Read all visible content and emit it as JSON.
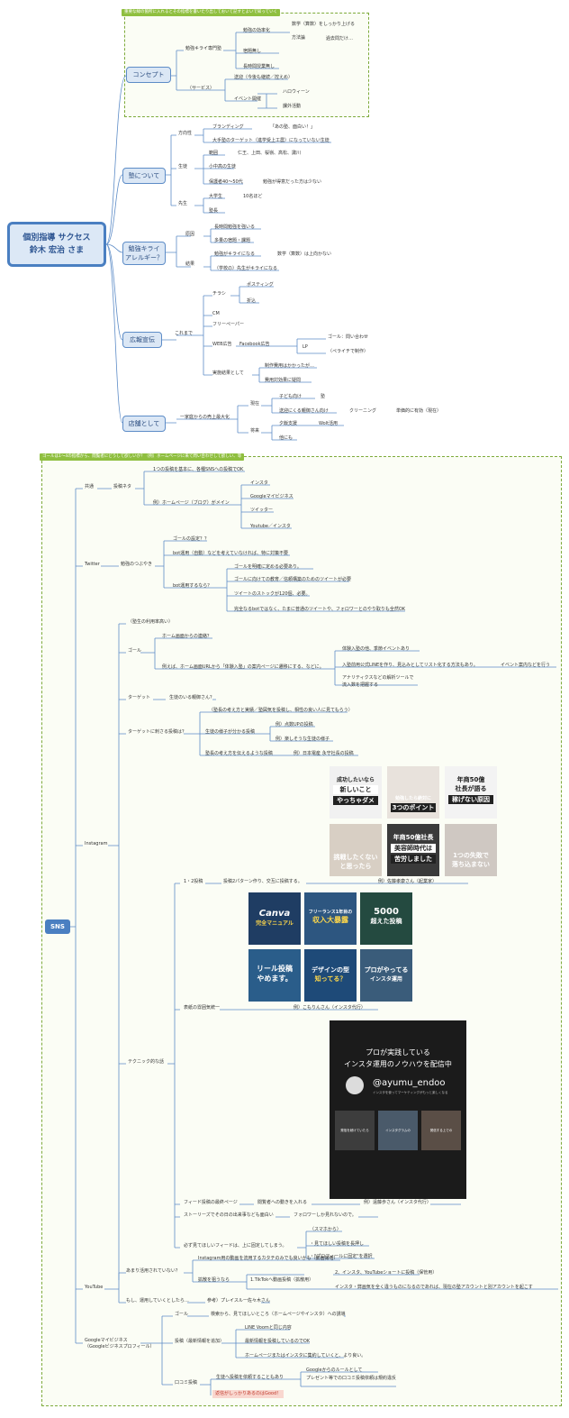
{
  "root": {
    "line1": "個別指導 サクセス",
    "line2": "鈴木 宏治 さま"
  },
  "top_tag": "重要な緑の箇所に入れるとその指標を書いたり出しておいて記すとよいで知っていく",
  "sections": {
    "concept": "コンセプト",
    "about": "塾について",
    "allergy_1": "勉強キライ",
    "allergy_2": "アレルギー？",
    "ads": "広報宣伝",
    "store": "店舗として"
  },
  "concept": {
    "a": "勉強キライ専門塾",
    "b": "勉強の効率化",
    "c": "数学（算数）をしっかり上げる",
    "d": "方法論",
    "e": "過去問だけ…",
    "f": "宿題無し",
    "g": "長時間授業無し",
    "h": "（サービス）",
    "i": "送迎（今後も継続／控えめ）",
    "j": "イベント開催",
    "k": "ハロウィーン",
    "l": "課外活動"
  },
  "about": {
    "a": "方向性",
    "b": "ブランディング",
    "c": "「あの塾、面白い！」",
    "d": "大手塾のターゲット（進学受上工農）になっていない生徒",
    "e": "生徒",
    "f": "範囲",
    "g": "仁王、上田、桜嶺、高松、諏川",
    "h": "小中高の生徒",
    "i": "保護者40〜50代",
    "j": "勉強が得意だった方は少ない",
    "k": "先生",
    "l": "大学生",
    "m": "10名ほど",
    "n": "塾長"
  },
  "allergy": {
    "a": "原因",
    "b": "長時間勉強を強いる",
    "c": "多量の宿題・課題",
    "d": "結果",
    "e": "勉強がキライになる",
    "f": "数学（算数）は上向かない",
    "g": "（学校の）先生がキライになる"
  },
  "ads": {
    "a": "チラシ",
    "b": "ポスティング",
    "c": "折込",
    "d": "これまで",
    "e": "CM",
    "f": "フリーペーパー",
    "g": "WEB広告",
    "h": "Facebook広告",
    "i": "LP",
    "j": "ゴール：問い合わせ",
    "k": "（ペライチで制作）",
    "l": "実施結果として",
    "m": "制作費用はかかったが…",
    "n": "費用対効果に疑問"
  },
  "store": {
    "a": "一家庭からの売上最大化",
    "b": "現在",
    "c": "子ども向け",
    "d": "塾",
    "e": "送迎にくる親御さん向け",
    "f": "クリーニング",
    "g": "単価的に有効（現在）",
    "h": "将来",
    "i": "夕飯支援",
    "j": "Wolt活用",
    "k": "他にも"
  },
  "sns_tag": "ゴールは1〜4の指標から、閲覧者にどうして欲しいか？（例）ホームページに来て問い合わせして欲しい、等",
  "sns": {
    "label": "SNS",
    "common": "共通",
    "post_material": "投稿ネタ",
    "p1": "1つの投稿を基本に、各種SNSへの投稿でOK",
    "p2": "例）ホームページ（ブログ）がメイン",
    "p3": "インスタ",
    "p4": "Googleマイビジネス",
    "p5": "ツイッター",
    "p6": "Youtube／インスタ",
    "twitter": "Twitter",
    "tw0": "勉強のつぶやき",
    "tw1": "ゴールの設定？？",
    "tw2": "bot運用（自動）などを考えていなければ、特に対策不要",
    "tw3": "bot運用するなら？",
    "tw4": "ゴールを明確に定める必要あり。",
    "tw5": "ゴールに向けての教育／信頼構築のためのツイートが必要",
    "tw6": "ツイートのストックが120個、必要。",
    "tw7": "完全なるbotではなく、たまに普通のツイートや、フォロワーとのやり取りも全然OK",
    "instagram": "Instagram",
    "ig1": "（塾生の利用率高い）",
    "ig2": "ゴール",
    "ig3": "ホーム画面からの連絡？",
    "ig4": "例えば、ホーム画面URLから「体験入塾」の案内ページに遷移にする、などに。",
    "ig5": "体験入塾の他、季節イベントあり",
    "ig6": "入塾前用公式LINEを作り、見込みとしてリスト化する方法もあり。",
    "ig7": "イベント案内などを行う",
    "ig8": "アナリティクスなどの解析ツールで",
    "ig9": "流入数を把握する",
    "ig10": "ターゲット",
    "ig11": "生徒のいる親御さん？",
    "ig12": "ターゲットに刺さる投稿は？",
    "ig13": "（塾長の考え方と実績／塾図気を投稿し、相性の良い人に見てもらう）",
    "ig14": "生徒の様子が分かる投稿",
    "ig15": "例）点数UPの投稿",
    "ig16": "例）楽しそうな生徒の様子",
    "ig17": "塾長の考え方を伝えるような投稿",
    "ig18": "例）日本電産 永守社長の投稿",
    "ig19": "1・2投稿",
    "ig20": "投稿2パターン作り、交互に投稿する。",
    "ig21": "例）佐藤孝康さん（起業家）",
    "ig22": "表紙の雰囲気統一",
    "ig23": "例）こもりんさん（インスタ代行）",
    "ig24": "テクニック的な話",
    "ig25": "フィード投稿の最終ページ",
    "ig26": "閲覧者への動きを入れる",
    "ig27": "例）遠藤歩さん（インスタ代行）",
    "ig28": "ストーリーズでその日の出来事なども面白い",
    "ig29": "フォロワーしか見れないので。",
    "ig30": "必ず見てほしいフィードは、上に固定してしまう。",
    "ig31": "（スマホから）",
    "ig32": "・見てほしい投稿を長押し",
    "ig33": "・\"プロフィールに固定\"を選択",
    "youtube": "YouTube",
    "yt1": "あまり活用されていない？",
    "yt2": "Instagram用の動画を流用するカタチのみでも良いかも（動画撮増）",
    "yt3": "拡散を狙うなら",
    "yt4": "1.TikTokへ動画投稿（拡散用）",
    "yt5": "2、インスタ、YouTubeショートに投稿（保管用）",
    "yt6": "インスタ・弊画気を全く違うものになるのであれば、現在の塾アカウントと別アカウントを起こす",
    "yt7": "もし、運用していくとしたら…",
    "yt8": "参考）プレイスルー佐々木さん",
    "gmb": "Googleマイビジネス",
    "gmb2": "（Googleビジネスプロフィール）",
    "g1": "ゴール",
    "g2": "検索から、見てほしいところ（ホームページやインスタ）への誘導",
    "g3": "投稿（最新情報を追加）",
    "g4": "LINE Voomと同じ内容",
    "g5": "最新情報を投稿しているのでOK",
    "g6": "ホームページまたはインスタに集約していくと、より良い。",
    "g7": "口コミ投稿",
    "g8": "生徒へ投稿を依頼することもあり",
    "g9": "Googleからのルールとして",
    "g10": "プレゼント等での口コミ投稿依頼は規約違反",
    "g11": "返信がしっかりあるのはGood！"
  },
  "thumbs1": [
    {
      "t1": "成功したいなら",
      "t2": "新しいこと",
      "t3": "やっちゃダメ"
    },
    {
      "t1": "",
      "t2": "勉強したら絶対に",
      "t3": "3つのポイント"
    },
    {
      "t1": "年商50億",
      "t2": "社長が語る",
      "t3": "稼げない原因"
    },
    {
      "t1": "",
      "t2": "挑戦したくない",
      "t3": "と思ったら"
    },
    {
      "t1": "年商50億社長",
      "t2": "美容師時代は",
      "t3": "苦労しました"
    },
    {
      "t1": "",
      "t2": "1つの失敗で",
      "t3": "落ち込まない"
    }
  ],
  "thumbs2": [
    {
      "t1": "Canva",
      "t2": "完全マニュアル",
      "t3": ""
    },
    {
      "t1": "フリーランス1年目の",
      "t2": "収入大暴露",
      "t3": ""
    },
    {
      "t1": "5000",
      "t2": "超えた投稿",
      "t3": ""
    },
    {
      "t1": "リール投稿",
      "t2": "やめます。",
      "t3": ""
    },
    {
      "t1": "デザインの型",
      "t2": "知ってる？",
      "t3": ""
    },
    {
      "t1": "プロがやってる",
      "t2": "インスタ運用",
      "t3": ""
    }
  ],
  "promo": {
    "line1": "プロが実践している",
    "line2": "インスタ運用のノウハウを配信中",
    "handle": "@ayumu_endoo",
    "sub": "インスタを使ってマーケティングがもっと楽しくなる",
    "c1": "発信を続けていたら",
    "c2": "インスタグラムの",
    "c3": "発信する上での"
  }
}
